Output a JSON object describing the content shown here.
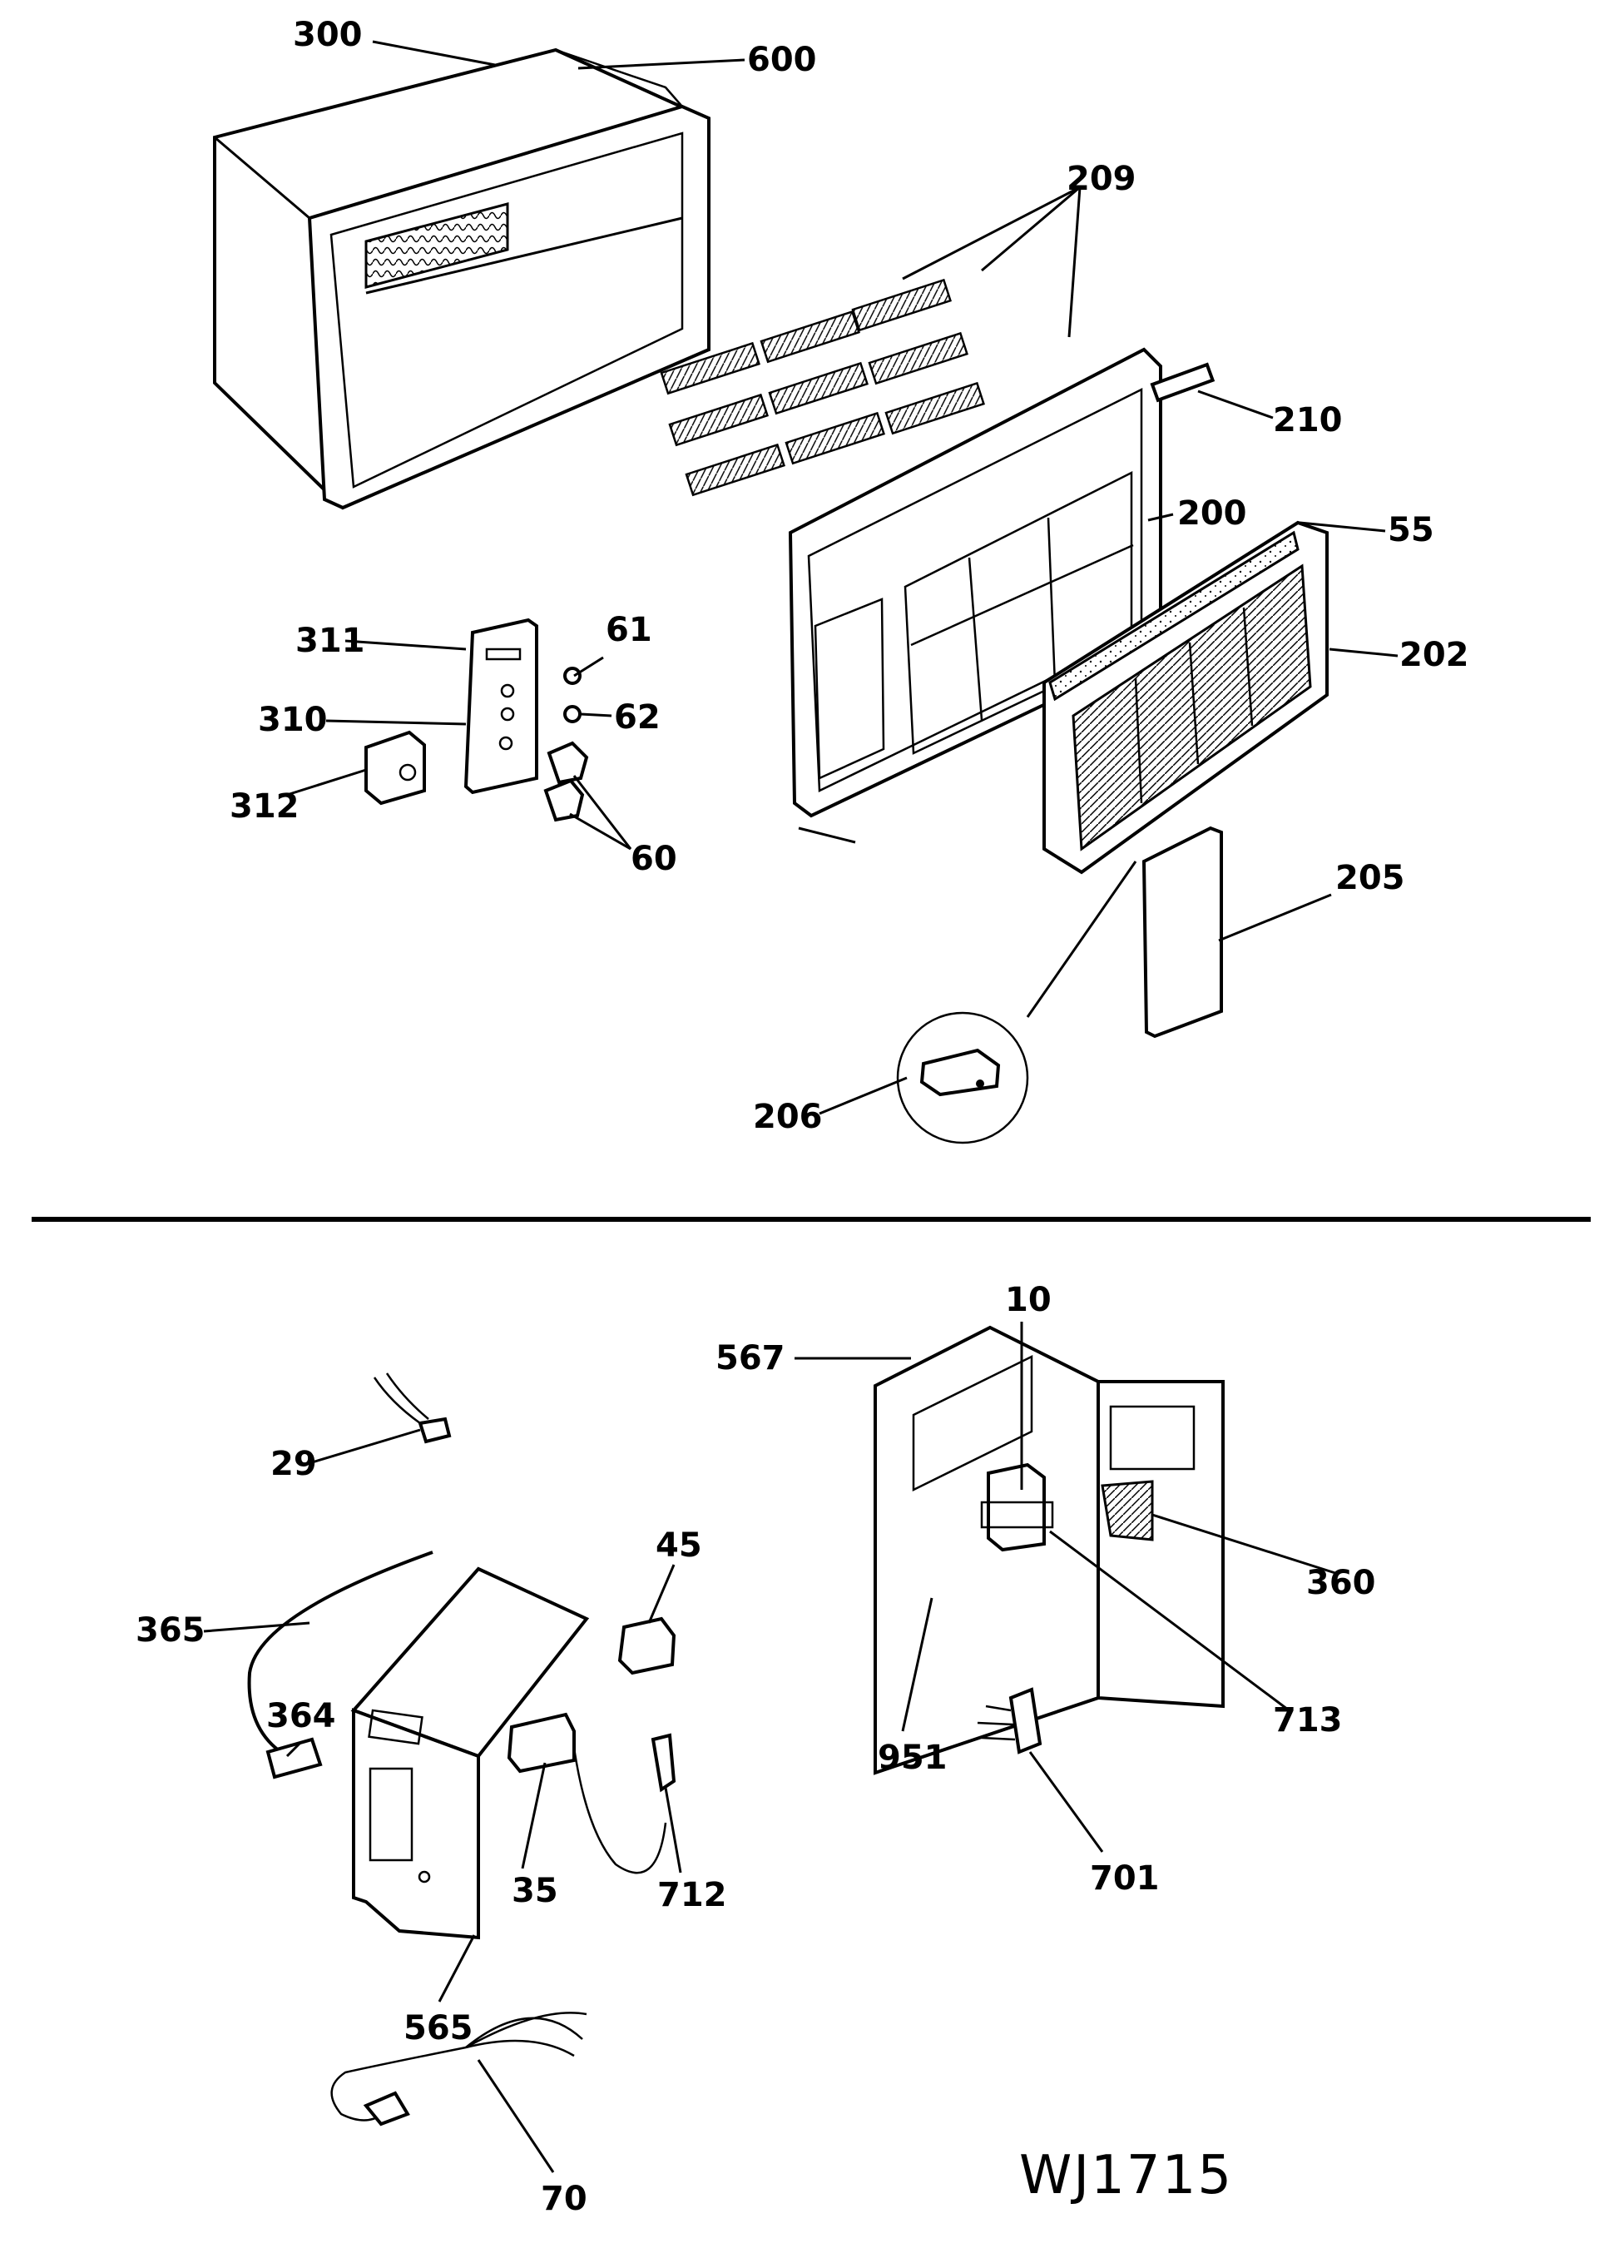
{
  "diagram": {
    "drawing_code": "WJ1715",
    "callouts": {
      "c300": "300",
      "c600": "600",
      "c209": "209",
      "c210": "210",
      "c200": "200",
      "c55": "55",
      "c202": "202",
      "c311": "311",
      "c61": "61",
      "c310": "310",
      "c62": "62",
      "c312": "312",
      "c60": "60",
      "c205": "205",
      "c206": "206",
      "c10": "10",
      "c567": "567",
      "c29": "29",
      "c45": "45",
      "c360": "360",
      "c365": "365",
      "c364": "364",
      "c713": "713",
      "c951": "951",
      "c35": "35",
      "c712": "712",
      "c701": "701",
      "c565": "565",
      "c70": "70"
    }
  }
}
